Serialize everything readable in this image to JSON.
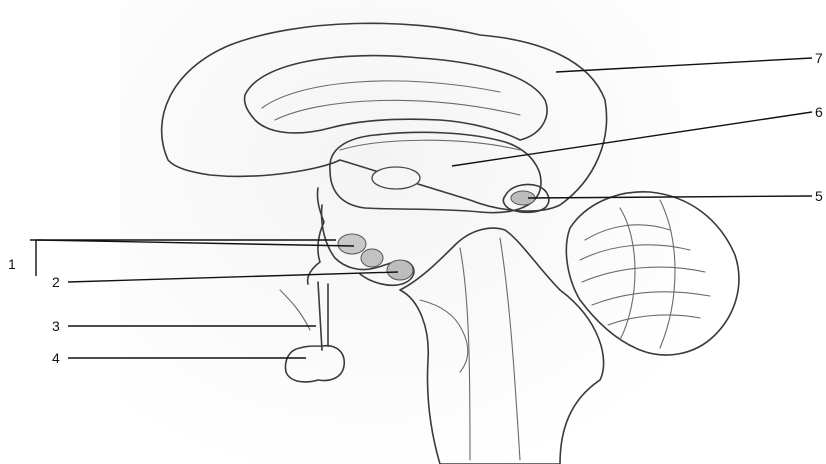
{
  "diagram": {
    "labels": [
      {
        "id": "1",
        "text": "1"
      },
      {
        "id": "2",
        "text": "2"
      },
      {
        "id": "3",
        "text": "3"
      },
      {
        "id": "4",
        "text": "4"
      },
      {
        "id": "5",
        "text": "5"
      },
      {
        "id": "6",
        "text": "6"
      },
      {
        "id": "7",
        "text": "7"
      }
    ]
  },
  "colors": {
    "ink": "#111111",
    "shade_light": "#ececec",
    "shade_mid": "#d6d6d6",
    "shade_dark": "#bdbdbd"
  }
}
